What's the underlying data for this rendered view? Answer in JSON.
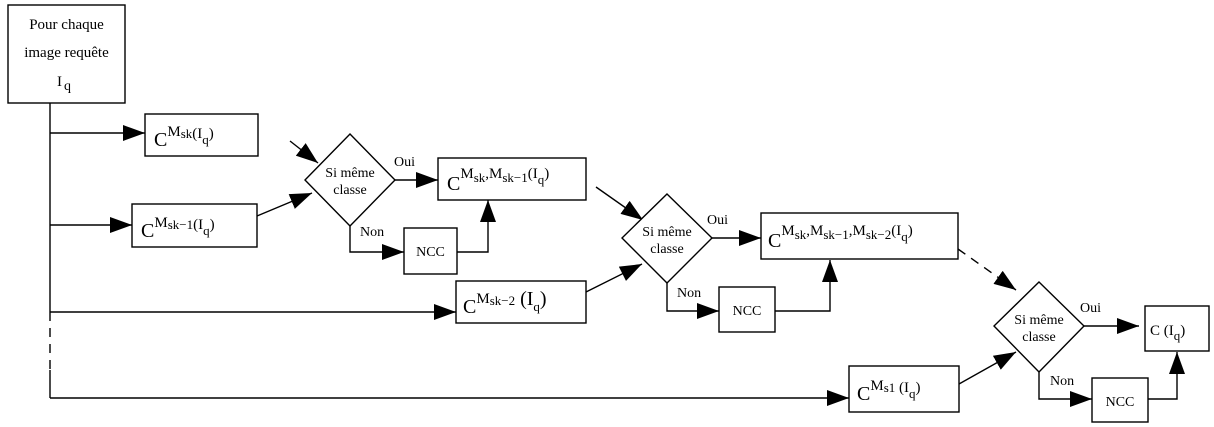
{
  "start": {
    "line1": "Pour chaque",
    "line2": "image requête",
    "var": "I",
    "var_sub": "q"
  },
  "model_sk": {
    "c": "C",
    "sup": "M",
    "sup_sub": "sk",
    "arg": "(I",
    "arg_sub": "q",
    "close": ")"
  },
  "model_sk1": {
    "c": "C",
    "sup": "M",
    "sup_sub": "sk−1",
    "arg": "(I",
    "arg_sub": "q",
    "close": ")"
  },
  "model_sk2": {
    "c": "C",
    "sup": "M",
    "sup_sub": "sk−2",
    "arg": " (I",
    "arg_sub": "q",
    "close": ")"
  },
  "model_s1": {
    "c": "C",
    "sup": "M",
    "sup_sub": "s1",
    "arg": " (I",
    "arg_sub": "q",
    "close": ")"
  },
  "combo_1": {
    "c": "C",
    "m1": "M",
    "m1_sub": "sk",
    "comma": ",",
    "m2": "M",
    "m2_sub": "sk−1",
    "arg": "(I",
    "arg_sub": "q",
    "close": ")"
  },
  "combo_2": {
    "c": "C",
    "m1": "M",
    "m1_sub": "sk",
    "comma1": ",",
    "m2": "M",
    "m2_sub": "sk−1",
    "comma2": ",",
    "m3": "M",
    "m3_sub": "sk−2",
    "arg": "(I",
    "arg_sub": "q",
    "close": ")"
  },
  "final": {
    "c": "C",
    "arg": " (I",
    "arg_sub": "q",
    "close": ")"
  },
  "decision": {
    "line1": "Si même",
    "line2": "classe"
  },
  "labels": {
    "yes": "Oui",
    "no": "Non"
  },
  "ncc": "NCC"
}
